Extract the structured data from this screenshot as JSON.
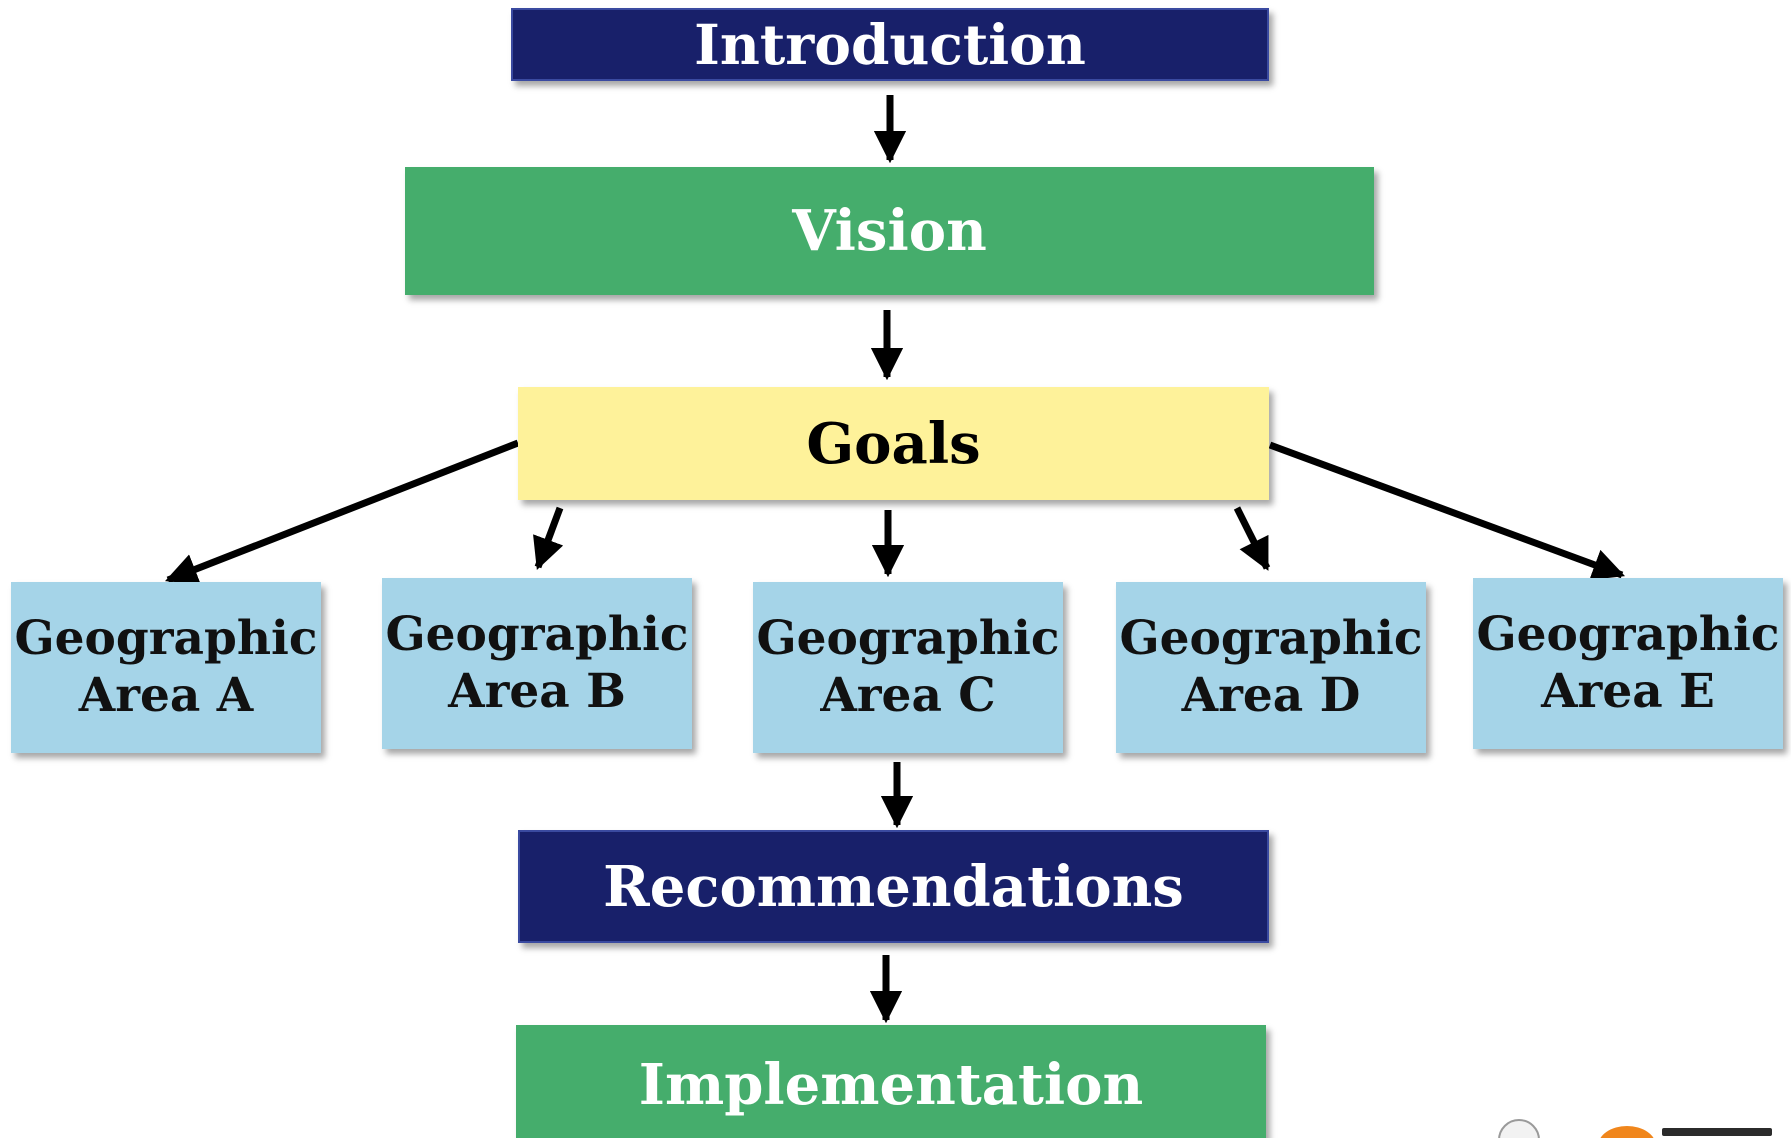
{
  "diagram": {
    "intro": "Introduction",
    "vision": "Vision",
    "goals": "Goals",
    "areas": [
      {
        "line1": "Geographic",
        "line2": "Area A"
      },
      {
        "line1": "Geographic",
        "line2": "Area B"
      },
      {
        "line1": "Geographic",
        "line2": "Area C"
      },
      {
        "line1": "Geographic",
        "line2": "Area D"
      },
      {
        "line1": "Geographic",
        "line2": "Area E"
      }
    ],
    "recommendations": "Recommendations",
    "implementation": "Implementation"
  },
  "colors": {
    "navy": "#18206a",
    "green": "#45ad6c",
    "yellow": "#fef29a",
    "light_blue": "#a5d4e8",
    "arrow": "#000000"
  },
  "icons": {
    "seal": "municipal-seal-icon",
    "logo": "orange-logo-icon"
  }
}
